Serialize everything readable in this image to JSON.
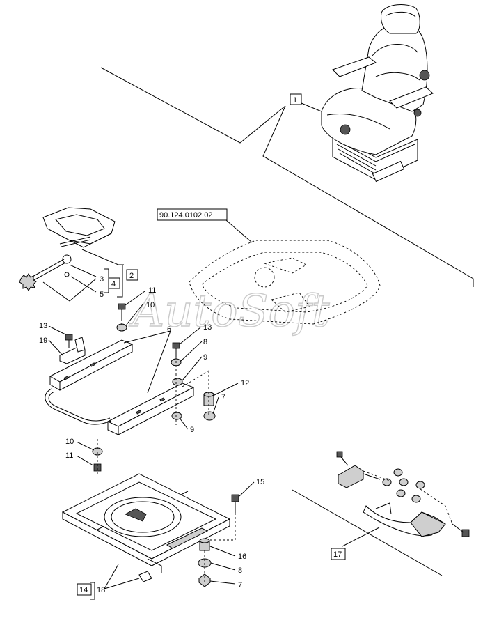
{
  "reference_label": "90.124.0102 02",
  "watermark": "AutoSoft",
  "callouts": {
    "c1": "1",
    "c2": "2",
    "c3": "3",
    "c4": "4",
    "c5": "5",
    "c6": "6",
    "c7a": "7",
    "c7b": "7",
    "c8a": "8",
    "c8b": "8",
    "c9a": "9",
    "c9b": "9",
    "c10a": "10",
    "c10b": "10",
    "c11a": "11",
    "c11b": "11",
    "c12": "12",
    "c13a": "13",
    "c13b": "13",
    "c14": "14",
    "c15": "15",
    "c16": "16",
    "c17": "17",
    "c18": "18",
    "c19": "19"
  }
}
